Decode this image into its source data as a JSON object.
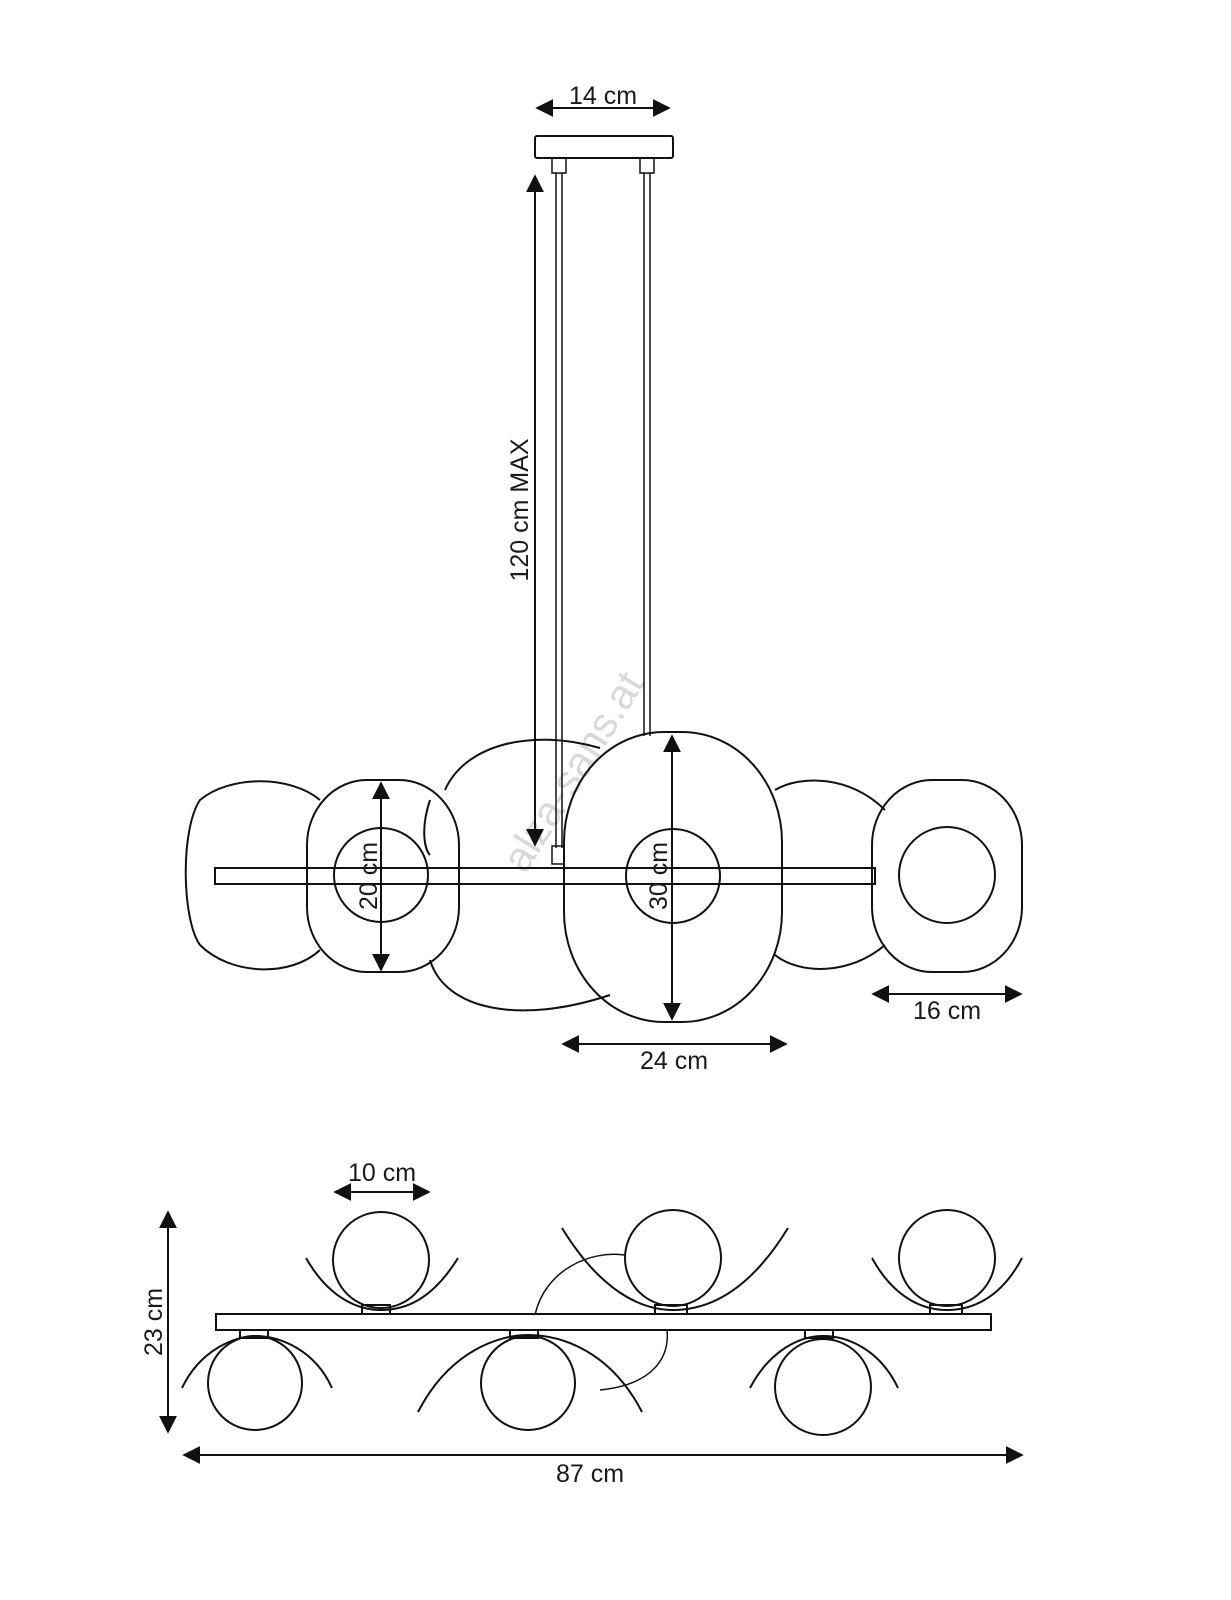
{
  "watermark": "alza-sans.at",
  "dimensions": {
    "canopy_width": "14 cm",
    "suspension_length": "120 cm MAX",
    "small_shade_height": "20 cm",
    "large_shade_height": "30 cm",
    "small_shade_width": "16 cm",
    "large_shade_width": "24 cm",
    "globe_diameter": "10 cm",
    "total_height": "23 cm",
    "total_width": "87 cm"
  }
}
